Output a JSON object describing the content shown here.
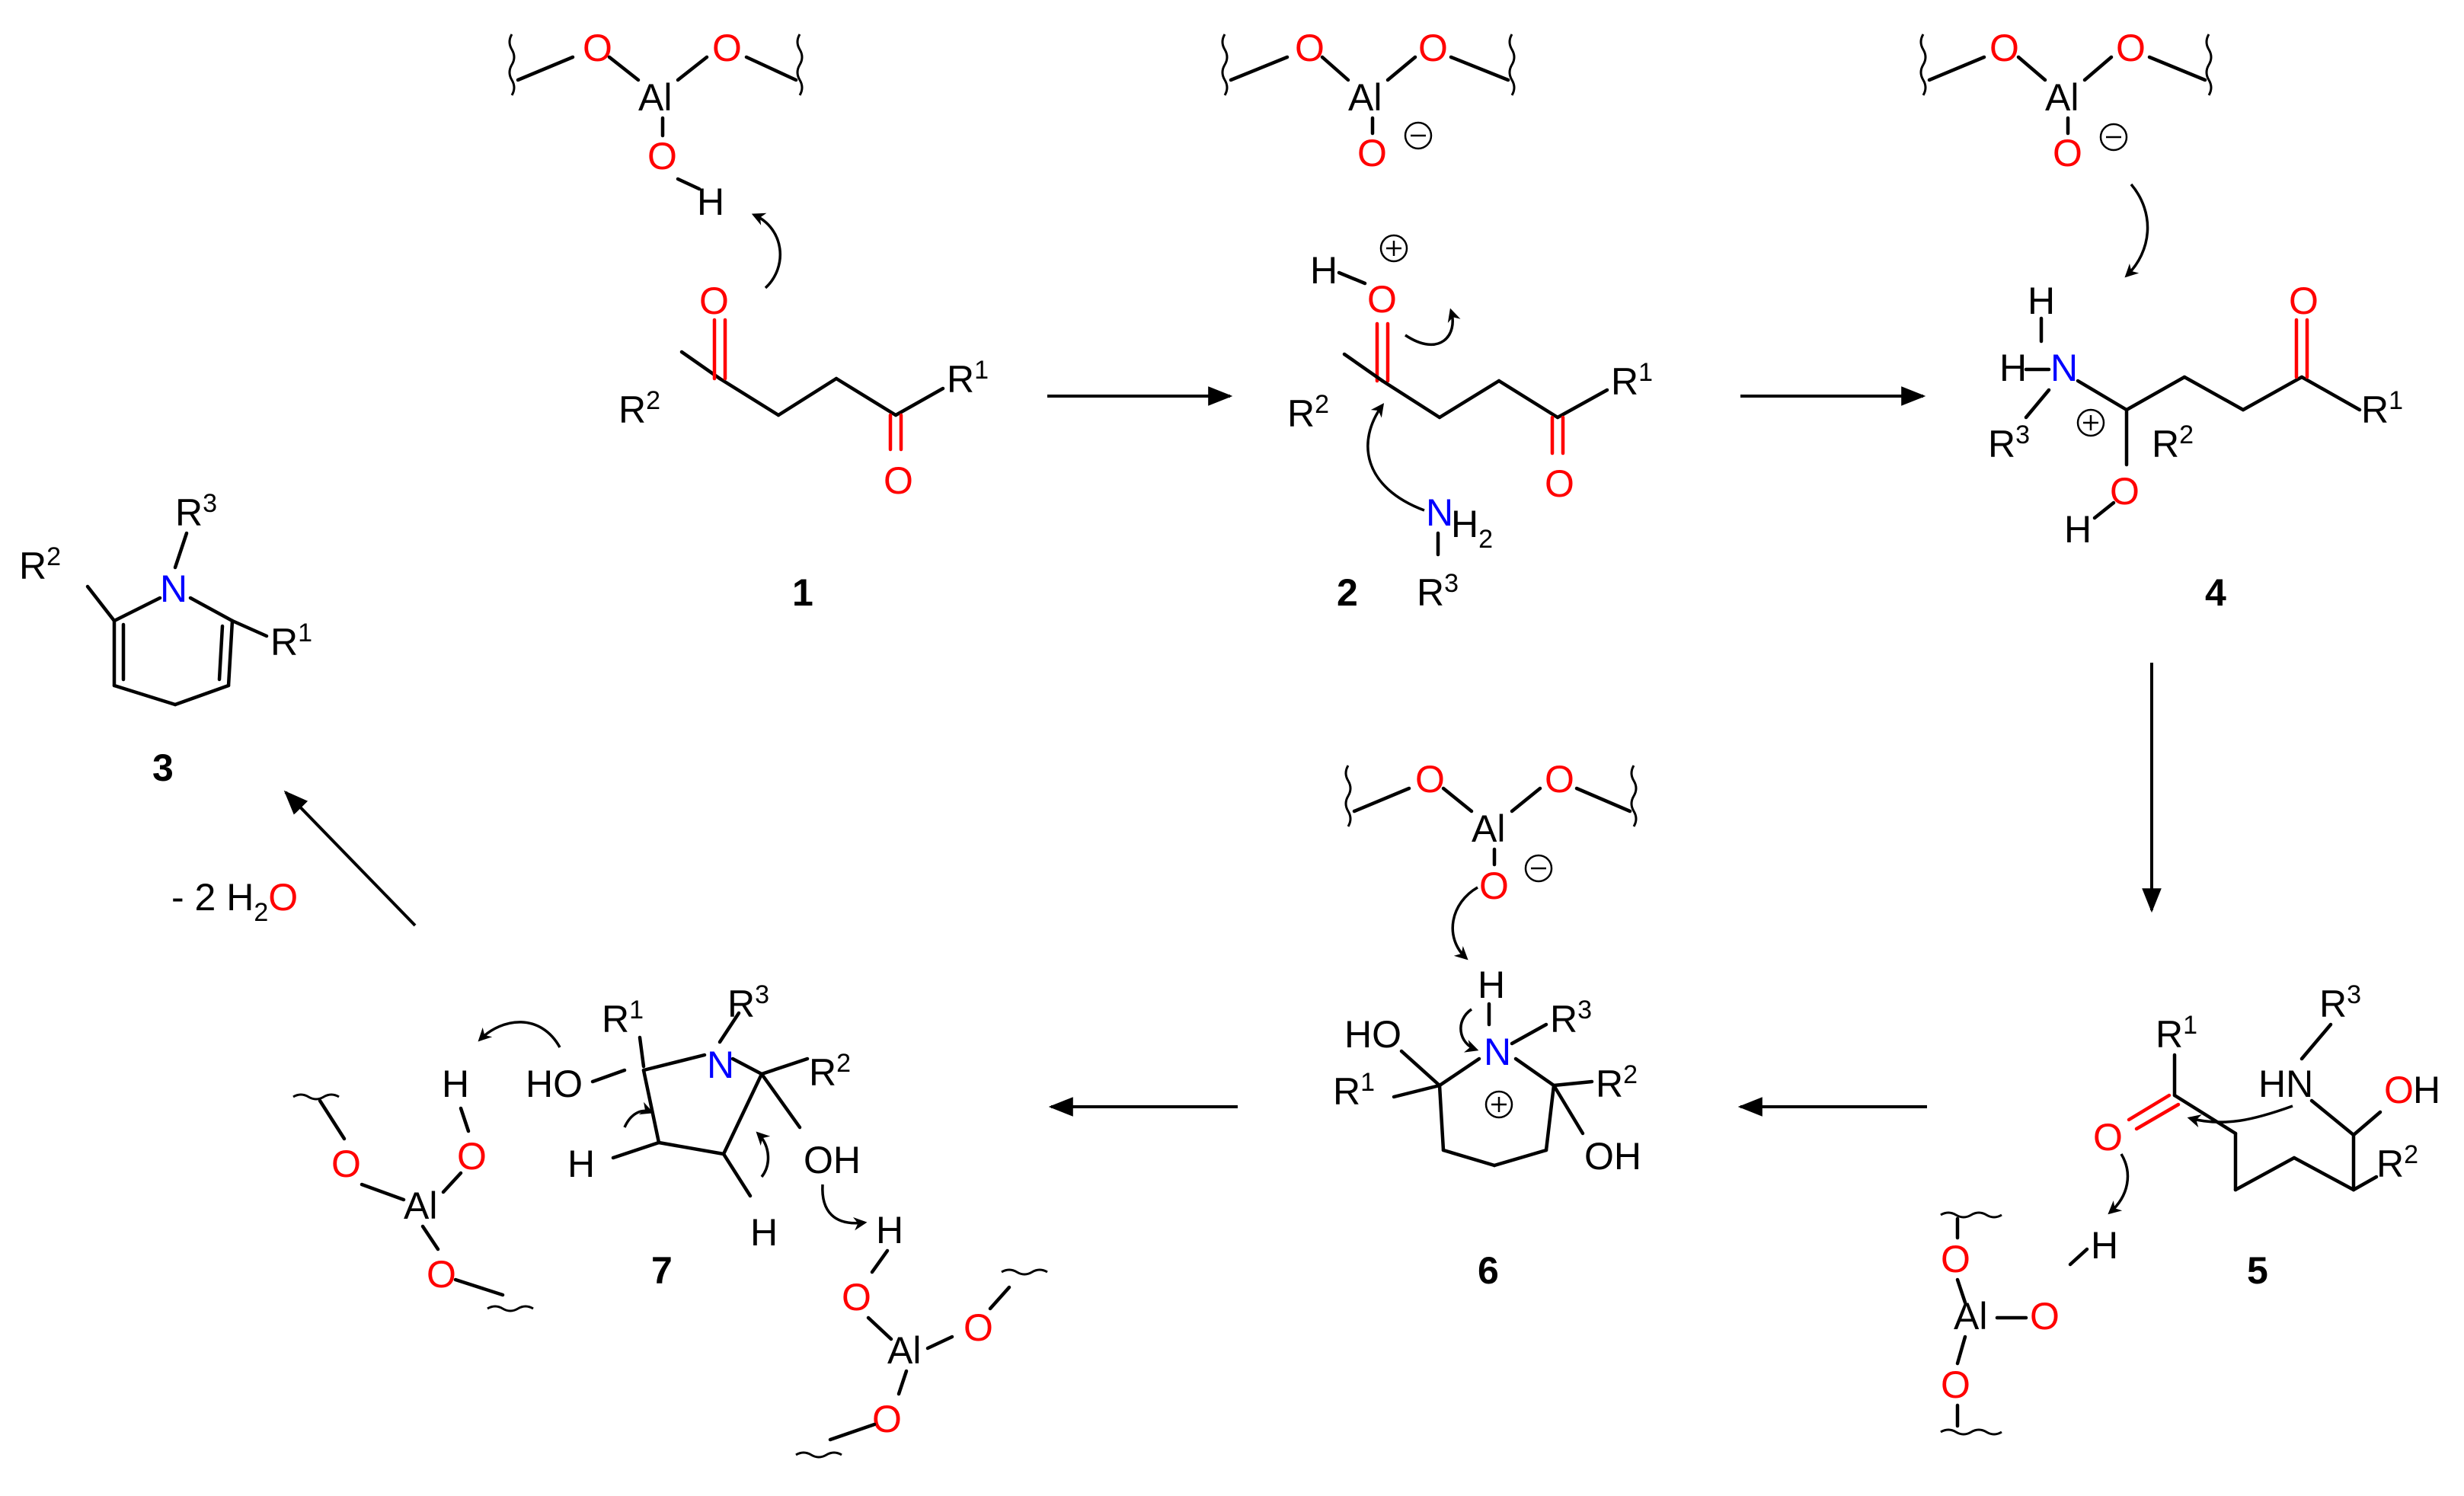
{
  "atoms": {
    "O": "O",
    "Al": "Al",
    "H": "H",
    "N": "N"
  },
  "groups": {
    "R1": "R",
    "R1_sup": "1",
    "R2": "R",
    "R2_sup": "2",
    "R3": "R",
    "R3_sup": "3",
    "HO": "HO",
    "OH": "OH",
    "HN": "HN"
  },
  "charges": {
    "plus": "+",
    "minus": "−"
  },
  "compounds": [
    "1",
    "2",
    "3",
    "4",
    "5",
    "6",
    "7"
  ],
  "water_loss": {
    "prefix": "- 2 H",
    "sub": "2",
    "O": "O"
  },
  "colors": {
    "oxygen": "#ff0000",
    "nitrogen": "#0000ff",
    "bond": "#000000"
  }
}
